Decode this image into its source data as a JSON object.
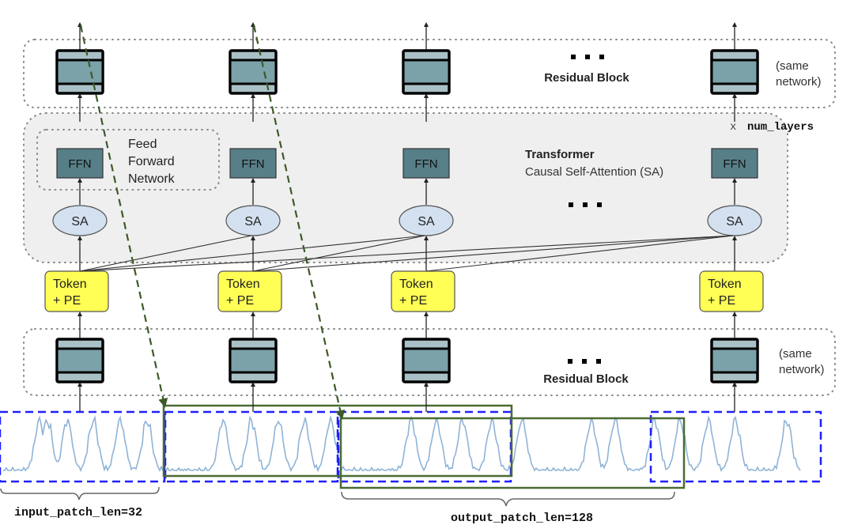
{
  "diagram": {
    "top_residual": {
      "label": "Residual Block",
      "ellipsis": "...",
      "note_line1": "(same",
      "note_line2": "network)"
    },
    "layers_multiplier": {
      "prefix": "x",
      "name": "num_layers"
    },
    "transformer": {
      "title": "Transformer",
      "subtitle": "Causal Self-Attention (SA)",
      "ellipsis": "...",
      "ffn_group": {
        "line1": "Feed",
        "line2": "Forward",
        "line3": "Network"
      }
    },
    "columns": [
      {
        "ffn": "FFN",
        "sa": "SA",
        "token_line1": "Token",
        "token_line2": "+ PE"
      },
      {
        "ffn": "FFN",
        "sa": "SA",
        "token_line1": "Token",
        "token_line2": "+ PE"
      },
      {
        "ffn": "FFN",
        "sa": "SA",
        "token_line1": "Token",
        "token_line2": "+ PE"
      },
      {
        "ffn": "FFN",
        "sa": "SA",
        "token_line1": "Token",
        "token_line2": "+ PE"
      }
    ],
    "bottom_residual": {
      "label": "Residual Block",
      "ellipsis": "...",
      "note_line1": "(same",
      "note_line2": "network)"
    },
    "input_patch_label": "input_patch_len=32",
    "output_patch_label": "output_patch_len=128",
    "colors": {
      "residual_light": "#a9c1c6",
      "residual_dark": "#7ba1a9",
      "ffn": "#577f88",
      "sa": "#d3e0ef",
      "token": "#ffff55",
      "transformer_bg": "#efefef",
      "input_patch_border": "#1f1fff",
      "output_patch_border": "#4a6b32",
      "signal": "#8fb3d6"
    }
  }
}
